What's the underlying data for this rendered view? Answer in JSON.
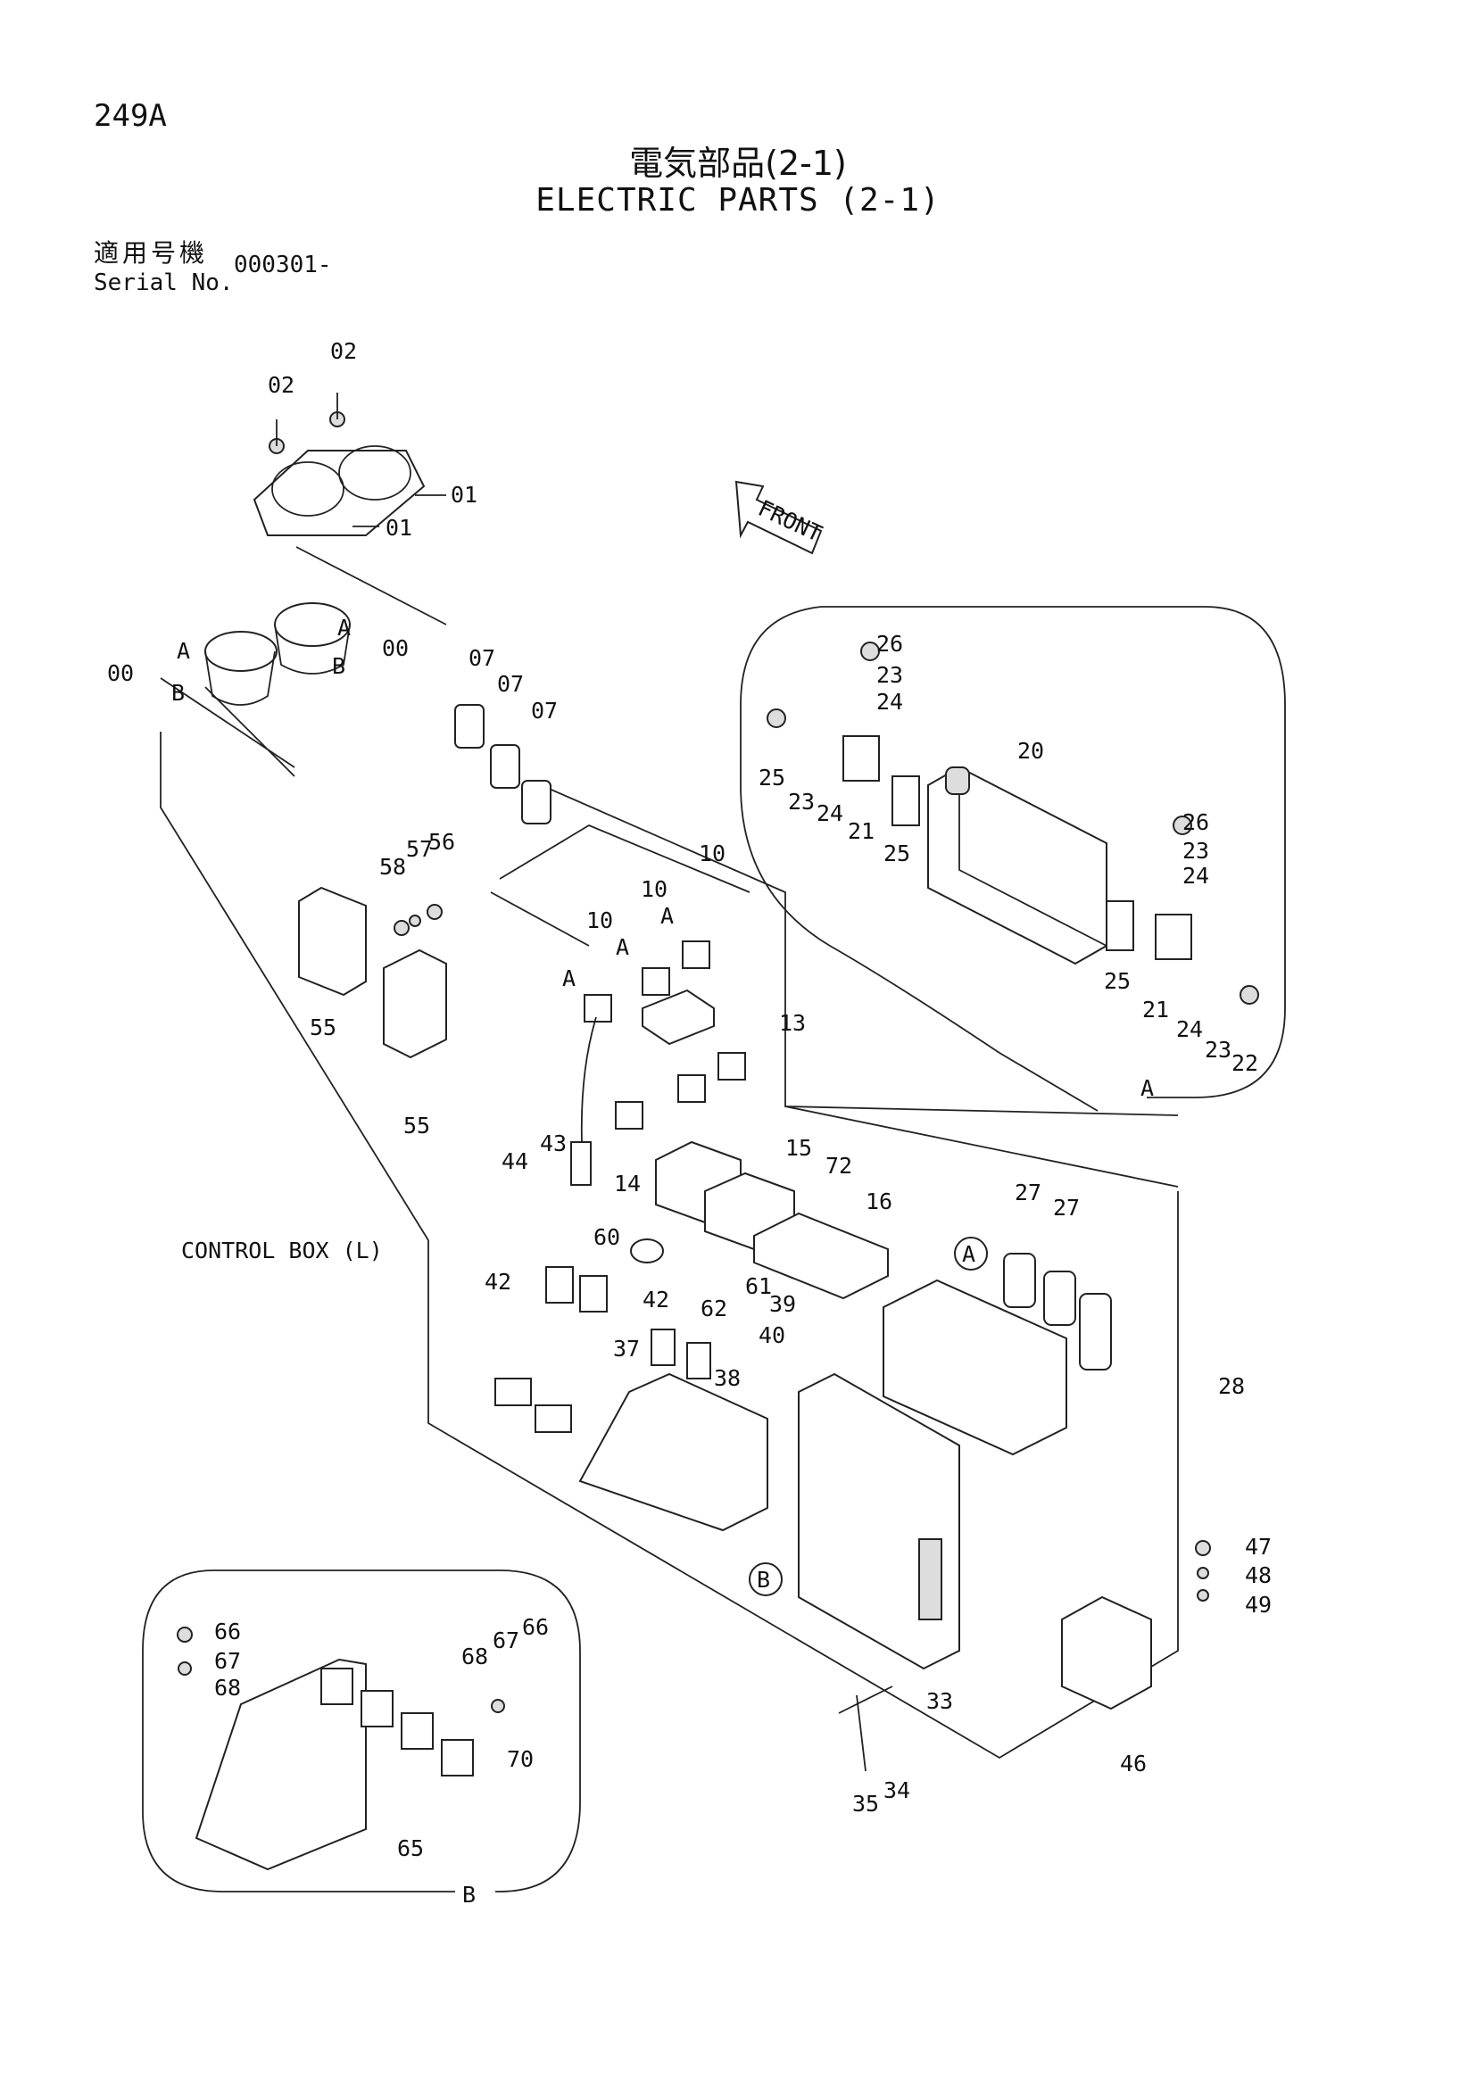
{
  "page_number": "249A",
  "title_jp": "電気部品(2-1)",
  "title_en": "ELECTRIC PARTS (2-1)",
  "serial_label_jp": "適用号機",
  "serial_label_en": "Serial No.",
  "serial_value": "000301-",
  "front_label": "FRONT",
  "control_box_label": "CONTROL  BOX (L)",
  "detail_markers": {
    "a": "A",
    "b": "B"
  },
  "callouts": [
    "02",
    "02",
    "01",
    "01",
    "00",
    "A",
    "B",
    "00",
    "A",
    "B",
    "07",
    "07",
    "07",
    "26",
    "23",
    "24",
    "25",
    "23",
    "24",
    "21",
    "25",
    "20",
    "26",
    "23",
    "24",
    "25",
    "21",
    "24",
    "23",
    "22",
    "A",
    "58",
    "57",
    "56",
    "55",
    "55",
    "10",
    "10",
    "10",
    "A",
    "A",
    "A",
    "13",
    "44",
    "43",
    "14",
    "15",
    "72",
    "16",
    "27",
    "27",
    "28",
    "60",
    "61",
    "62",
    "39",
    "40",
    "42",
    "42",
    "37",
    "38",
    "33",
    "47",
    "48",
    "49",
    "46",
    "35",
    "34",
    "66",
    "67",
    "68",
    "68",
    "67",
    "66",
    "70",
    "65",
    "B"
  ]
}
